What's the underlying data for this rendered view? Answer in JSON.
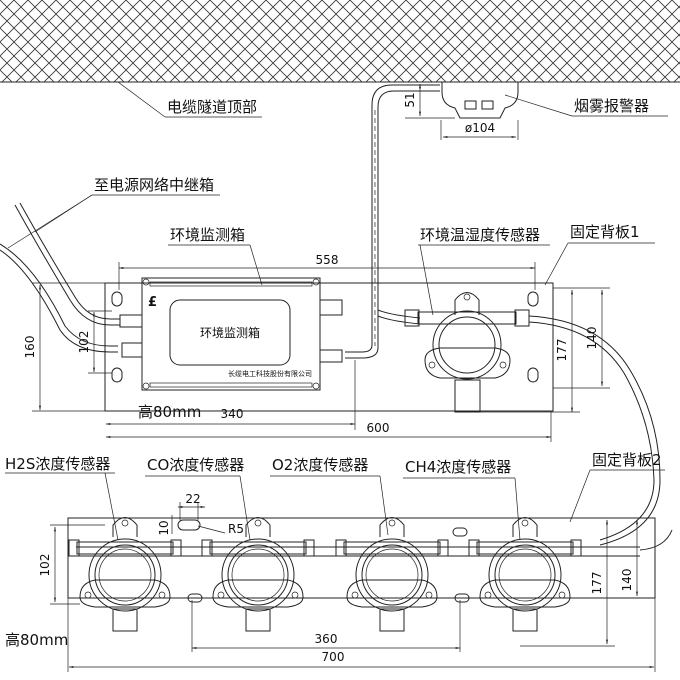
{
  "labels": {
    "tunnel_top": "电缆隧道顶部",
    "smoke_alarm": "烟雾报警器",
    "to_relay_box": "至电源网络中继箱",
    "env_box": "环境监测箱",
    "env_box_panel": "环境监测箱",
    "company": "长缆电工科技股份有限公司",
    "temp_humidity_sensor": "环境温湿度传感器",
    "backplate_1": "固定背板1",
    "h2s_sensor": "H2S浓度传感器",
    "co_sensor": "CO浓度传感器",
    "o2_sensor": "O2浓度传感器",
    "ch4_sensor": "CH4浓度传感器",
    "backplate_2": "固定背板2",
    "height_1": "高80mm",
    "height_2": "高80mm"
  },
  "dimensions": {
    "smoke_height": "51",
    "smoke_diameter": "ø104",
    "plate1_hole_span": "558",
    "plate1_height": "160",
    "box_hole_span": "102",
    "plate1_total_height": "177",
    "plate1_hole_height": "140",
    "box_width": "340",
    "plate1_width": "600",
    "slot_width": "22",
    "slot_height": "10",
    "slot_radius": "R5",
    "plate2_hole_span": "102",
    "plate2_total_height": "177",
    "plate2_hole_height": "140",
    "plate2_slot_span": "360",
    "plate2_width": "700"
  }
}
